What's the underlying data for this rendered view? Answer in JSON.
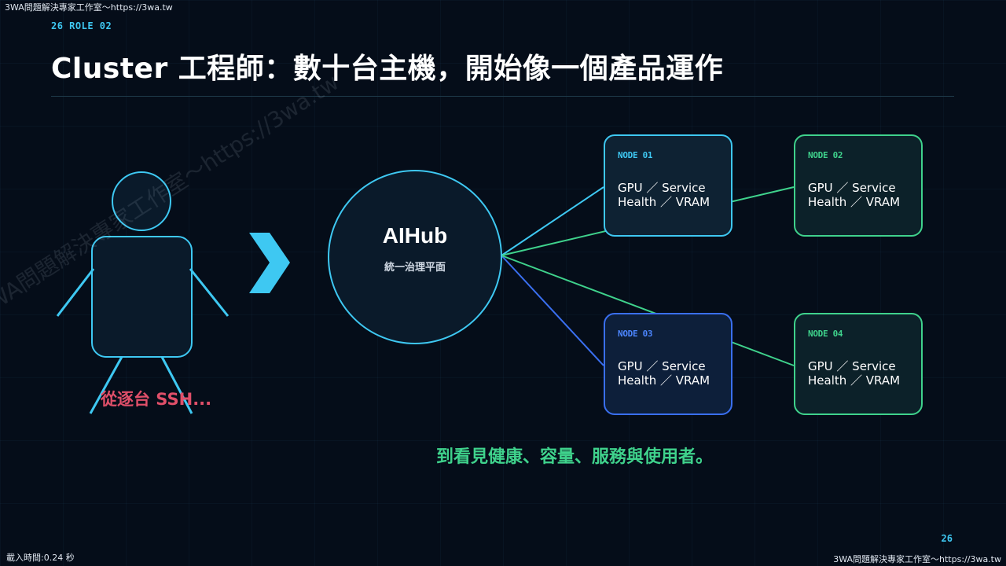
{
  "watermark": {
    "top_note": "3WA問題解決專家工作室～https://3wa.tw",
    "load_time": "載入時間:0.24 秒",
    "bottom_note": "3WA問題解決專家工作室～https://3wa.tw",
    "diagonal": "3WA問題解決專家工作室～https://3wa.tw"
  },
  "slide": {
    "kicker": "26 ROLE 02",
    "title": "Cluster 工程師：數十台主機，開始像一個產品運作",
    "page_number": "26"
  },
  "person": {
    "caption": "從逐台 SSH..."
  },
  "hub": {
    "title": "AIHub",
    "subtitle": "統一治理平面"
  },
  "nodes": [
    {
      "id": "NODE 01",
      "line1": "GPU ／ Service",
      "line2": "Health ／ VRAM",
      "color": "#3ec8f2"
    },
    {
      "id": "NODE 02",
      "line1": "GPU ／ Service",
      "line2": "Health ／ VRAM",
      "color": "#3fd28c"
    },
    {
      "id": "NODE 03",
      "line1": "GPU ／ Service",
      "line2": "Health ／ VRAM",
      "color": "#3a6ff0"
    },
    {
      "id": "NODE 04",
      "line1": "GPU ／ Service",
      "line2": "Health ／ VRAM",
      "color": "#3fd28c"
    }
  ],
  "message": "到看見健康、容量、服務與使用者。",
  "colors": {
    "accent_cyan": "#3ec8f2",
    "accent_green": "#3fd28c",
    "accent_blue": "#3a6ff0",
    "warn_red": "#e04f69",
    "background": "#050d19"
  },
  "icons": {
    "person": "person-outline-icon",
    "arrow": "chevron-right-icon"
  }
}
